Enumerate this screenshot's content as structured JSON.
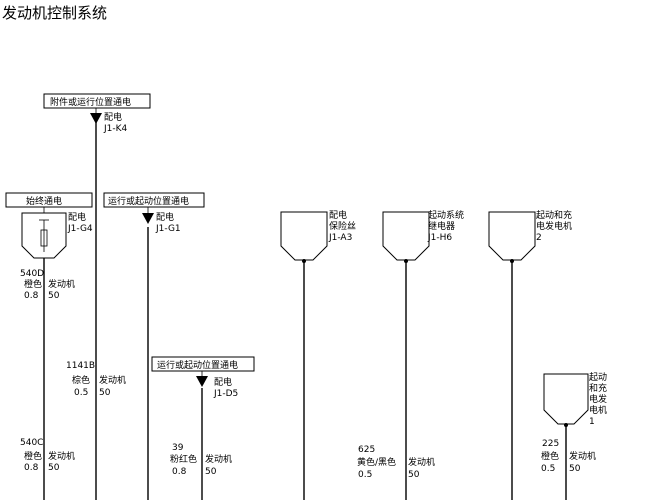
{
  "title": "发动机控制系统",
  "power_labels": [
    {
      "id": "acc-run",
      "text": "附件或运行位置通电"
    },
    {
      "id": "always",
      "text": "始终通电"
    },
    {
      "id": "run-crank-1",
      "text": "运行或起动位置通电"
    },
    {
      "id": "run-crank-2",
      "text": "运行或起动位置通电"
    }
  ],
  "connectors": [
    {
      "id": "j1k4",
      "line1": "配电",
      "line2": "J1-K4"
    },
    {
      "id": "j1g4",
      "line1": "配电",
      "line2": "J1-G4"
    },
    {
      "id": "j1g1",
      "line1": "配电",
      "line2": "J1-G1"
    },
    {
      "id": "j1d5",
      "line1": "配电",
      "line2": "J1-D5"
    }
  ],
  "sources": [
    {
      "id": "fuse",
      "lines": [
        "配电",
        "保险丝",
        "J1-A3"
      ]
    },
    {
      "id": "relay",
      "lines": [
        "起动系统",
        "继电器",
        "J1-H6"
      ]
    },
    {
      "id": "gen2",
      "lines": [
        "起动和充",
        "电发电机",
        "2"
      ]
    },
    {
      "id": "gen1",
      "lines": [
        "起动",
        "和充",
        "电发",
        "电机",
        "1"
      ]
    }
  ],
  "wires": [
    {
      "id": "540d",
      "circuit": "540D",
      "color": "橙色",
      "gauge": "0.8",
      "dest": "发动机",
      "pin": "50"
    },
    {
      "id": "1141b",
      "circuit": "1141B",
      "color": "棕色",
      "gauge": "0.5",
      "dest": "发动机",
      "pin": "50"
    },
    {
      "id": "540c",
      "circuit": "540C",
      "color": "橙色",
      "gauge": "0.8",
      "dest": "发动机",
      "pin": "50"
    },
    {
      "id": "39",
      "circuit": "39",
      "color": "粉红色",
      "gauge": "0.8",
      "dest": "发动机",
      "pin": "50"
    },
    {
      "id": "625",
      "circuit": "625",
      "color": "黄色/黑色",
      "gauge": "0.5",
      "dest": "发动机",
      "pin": "50"
    },
    {
      "id": "225",
      "circuit": "225",
      "color": "橙色",
      "gauge": "0.5",
      "dest": "发动机",
      "pin": "50"
    }
  ]
}
